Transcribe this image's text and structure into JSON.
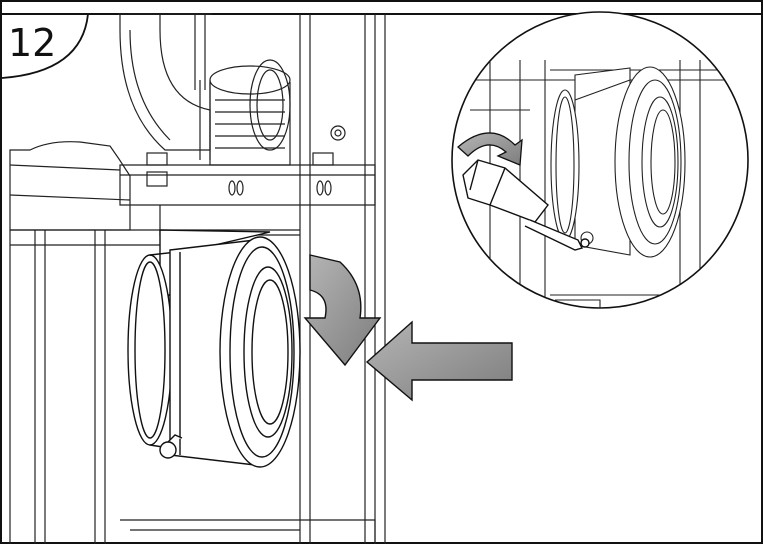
{
  "step": {
    "number": "12"
  },
  "colors": {
    "line": "#1a1a1a",
    "arrow_fill": "#9a9a9a",
    "arrow_dark": "#6e6e6e",
    "background": "#ffffff"
  },
  "icons": [
    "step-number-badge",
    "rotate-arrow-icon",
    "push-arrow-icon",
    "hex-screwdriver-icon",
    "clamp-bolt-icon",
    "detail-magnifier-circle"
  ]
}
